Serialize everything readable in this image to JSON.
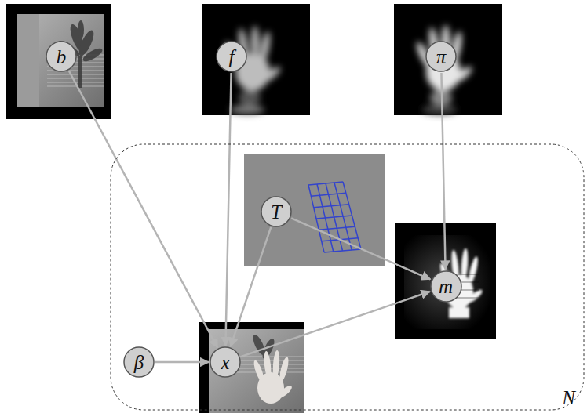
{
  "diagram": {
    "nodes": [
      {
        "text": [
          "b"
        ]
      },
      {
        "text": [
          "f"
        ]
      },
      {
        "text": [
          "π"
        ]
      },
      {
        "text": [
          "N"
        ]
      },
      {
        "text": [
          "T"
        ],
        "in": 3
      },
      {
        "text": [
          "β"
        ],
        "in": 3
      },
      {
        "text": [
          "x"
        ],
        "in": 3
      },
      {
        "text": [
          "m"
        ],
        "in": 3
      }
    ],
    "edges": [
      {
        "from": 0,
        "to": 6,
        "arrow": "to"
      },
      {
        "from": 1,
        "to": 6,
        "arrow": "to"
      },
      {
        "from": 2,
        "to": 7,
        "arrow": "to"
      },
      {
        "from": 4,
        "to": 6,
        "arrow": "to"
      },
      {
        "from": 4,
        "to": 7,
        "arrow": "to"
      },
      {
        "from": 5,
        "to": 6,
        "arrow": "to"
      },
      {
        "from": 6,
        "to": 7,
        "arrow": "to"
      }
    ]
  }
}
